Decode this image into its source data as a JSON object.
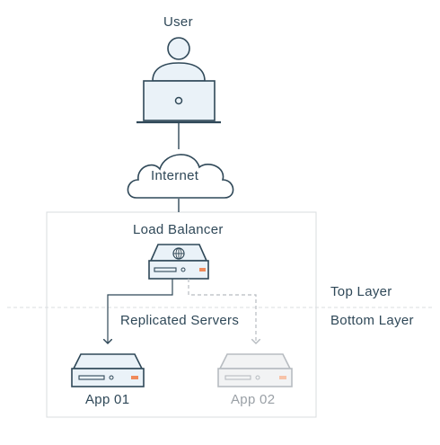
{
  "labels": {
    "user": "User",
    "internet": "Internet",
    "load_balancer": "Load Balancer",
    "replicated_servers": "Replicated Servers",
    "top_layer": "Top Layer",
    "bottom_layer": "Bottom Layer",
    "app_01": "App 01",
    "app_02": "App 02"
  },
  "colors": {
    "stroke": "#2f4858",
    "fill_light": "#eaf2f8",
    "muted": "#b7bcc1",
    "accent": "#f08a5a",
    "box_border": "#d9dcdf"
  }
}
